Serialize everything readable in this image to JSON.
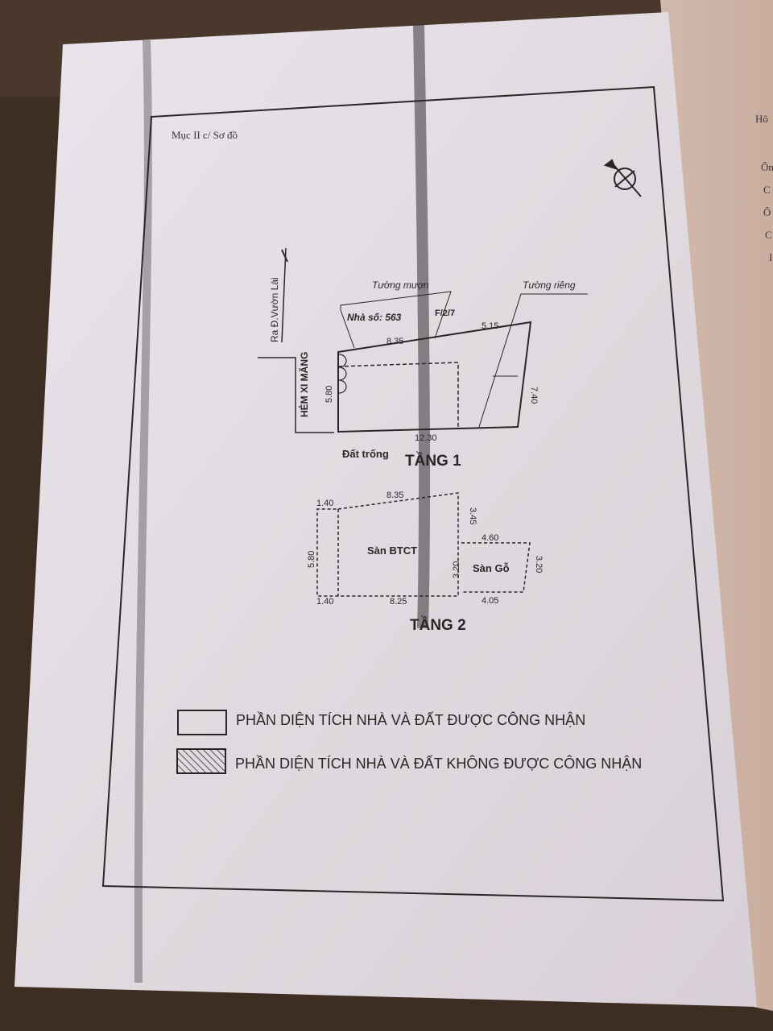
{
  "section_label": "Mục II c/ Sơ đồ",
  "right_page_fragments": [
    "Hô",
    "Ôn",
    "C",
    "Ô",
    "C",
    "I"
  ],
  "floor1": {
    "title": "TẦNG 1",
    "road_label": "Ra Đ.Vườn Lài",
    "alley_label": "HẺM XI MĂNG",
    "borrowed_wall": "Tường mượn",
    "private_wall": "Tường riêng",
    "house_number_prefix": "Nhà số: 563",
    "house_number_suffix": "F/2/7",
    "empty_lot": "Đất trống",
    "dims": {
      "top_left": "8.35",
      "top_right": "5.15",
      "left": "5.80",
      "right": "7.40",
      "bottom": "12.30"
    }
  },
  "floor2": {
    "title": "TẦNG 2",
    "concrete_floor": "Sàn BTCT",
    "wood_floor": "Sàn Gỗ",
    "dims": {
      "top_left": "1.40",
      "top": "8.35",
      "right_upper": "3.45",
      "wood_top": "4.60",
      "left": "5.80",
      "mid": "3.20",
      "wood_right": "3.20",
      "bottom_left": "1.40",
      "bottom": "8.25",
      "wood_bottom": "4.05"
    }
  },
  "legend": [
    {
      "label": "PHẦN DIỆN TÍCH  NHÀ VÀ ĐẤT ĐƯỢC CÔNG NHẬN",
      "pattern": "empty"
    },
    {
      "label": "PHẦN DIỆN TÍCH  NHÀ VÀ ĐẤT KHÔNG ĐƯỢC CÔNG NHẬN",
      "pattern": "hatched"
    }
  ],
  "colors": {
    "paper": "#e6e0e6",
    "ink": "#2a2628",
    "background": "#3a2a20"
  }
}
